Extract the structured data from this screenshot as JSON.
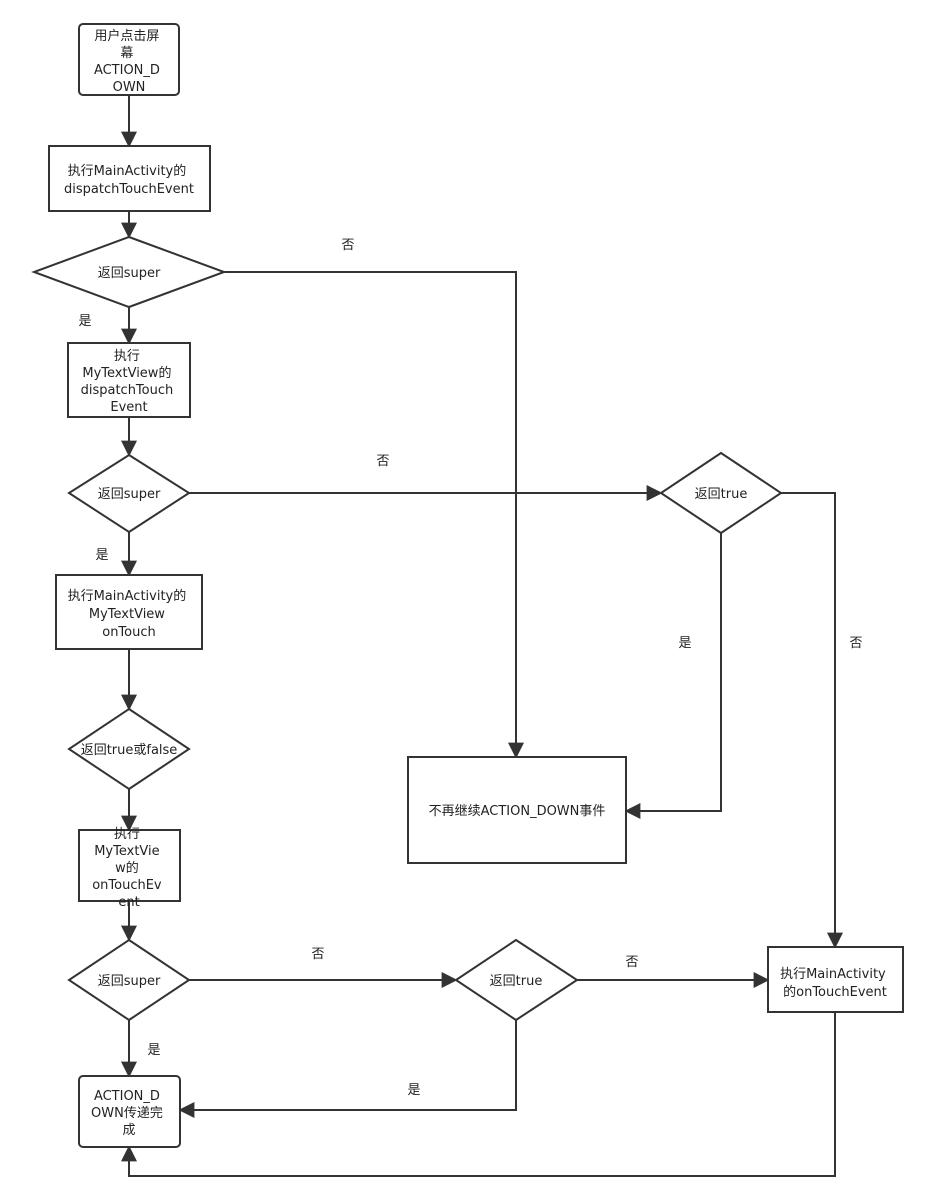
{
  "nodes": {
    "start": [
      "用户点击屏",
      "幕",
      "ACTION_D",
      "OWN"
    ],
    "act_dispatch": [
      "执行MainActivity的",
      "dispatchTouchEvent"
    ],
    "d_super1": [
      "返回super"
    ],
    "view_dispatch": [
      "执行",
      "MyTextView的",
      "dispatchTouch",
      "Event"
    ],
    "d_super2": [
      "返回super"
    ],
    "ontouch": [
      "执行MainActivity的",
      "MyTextView",
      "onTouch"
    ],
    "d_truefalse": [
      "返回true或false"
    ],
    "view_ontouchevent": [
      "执行",
      "MyTextVie",
      "w的",
      "onTouchEv",
      "ent"
    ],
    "d_super3": [
      "返回super"
    ],
    "d_true_mid": [
      "返回true"
    ],
    "d_true_right": [
      "返回true"
    ],
    "stop": [
      "不再继续ACTION_DOWN事件"
    ],
    "act_ontouchevent": [
      "执行MainActivity",
      "的onTouchEvent"
    ],
    "done": [
      "ACTION_D",
      "OWN传递完",
      "成"
    ]
  },
  "edge_labels": {
    "super1_no": "否",
    "super1_yes": "是",
    "super2_no": "否",
    "super2_yes": "是",
    "true_right_yes": "是",
    "true_right_no": "否",
    "super3_no": "否",
    "true_mid_no": "否",
    "super3_yes": "是",
    "true_mid_yes": "是"
  },
  "colors": {
    "stroke": "#333333",
    "fill": "#ffffff",
    "text": "#222222"
  }
}
